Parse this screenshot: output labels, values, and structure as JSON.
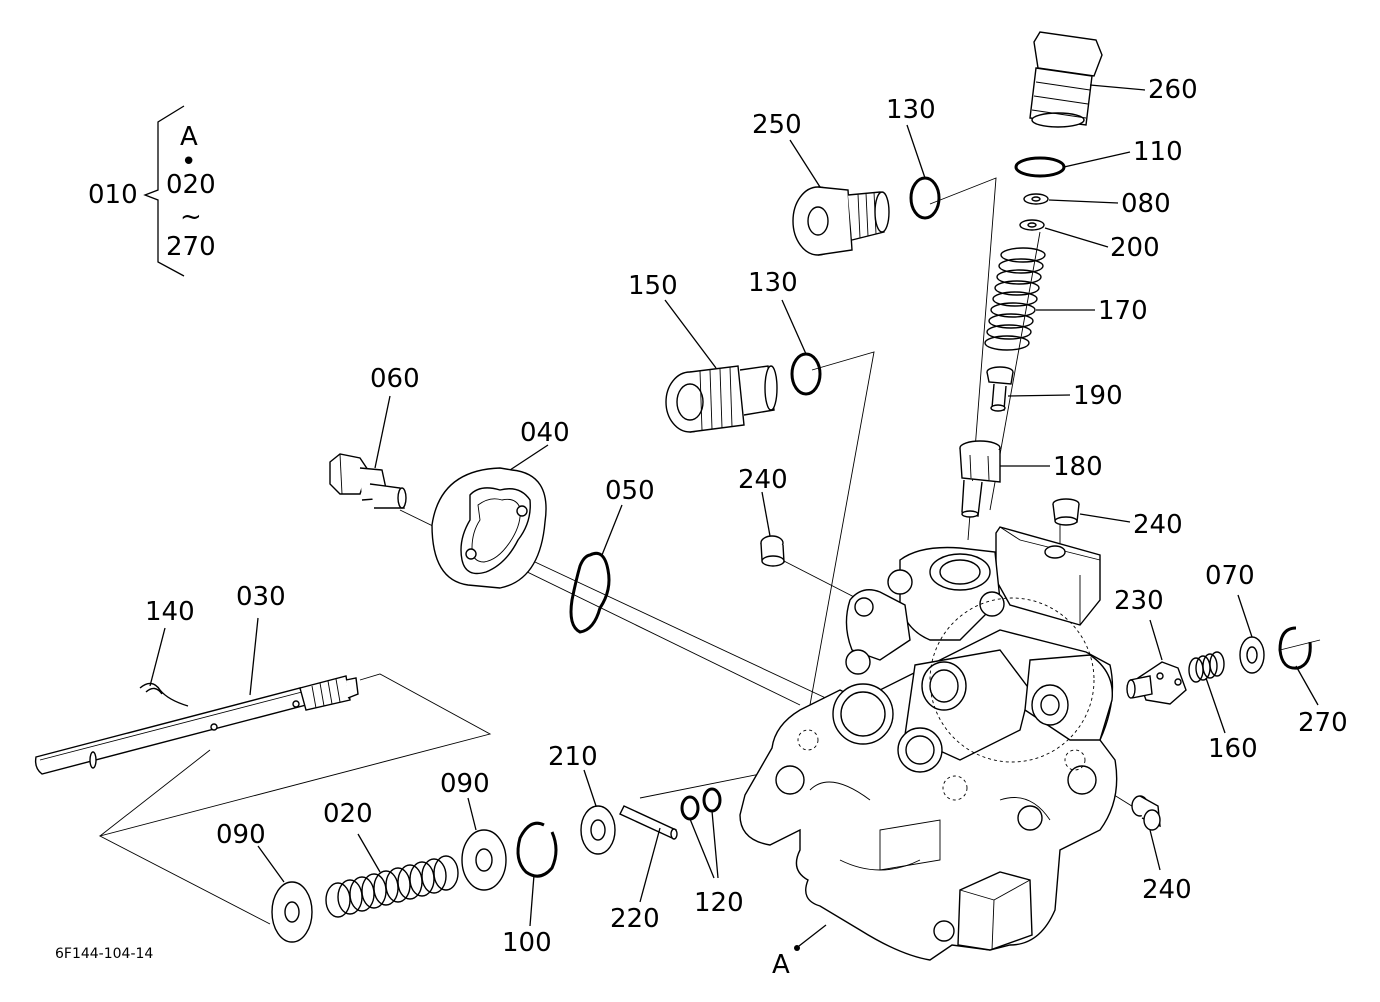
{
  "diagram": {
    "group_bracket": {
      "assembly": "010",
      "top": "A",
      "dot": "•",
      "from": "020",
      "tilde": "~",
      "to": "270"
    },
    "labels": {
      "p260": "260",
      "p130a": "130",
      "p250": "250",
      "p110": "110",
      "p080": "080",
      "p200": "200",
      "p170": "170",
      "p150": "150",
      "p130b": "130",
      "p190": "190",
      "p060": "060",
      "p040": "040",
      "p180": "180",
      "p050": "050",
      "p240a": "240",
      "p240b": "240",
      "p230": "230",
      "p070": "070",
      "p140": "140",
      "p030": "030",
      "p270": "270",
      "p160": "160",
      "p210": "210",
      "p090a": "090",
      "p020": "020",
      "p090b": "090",
      "p240c": "240",
      "p220": "220",
      "p120": "120",
      "p100": "100",
      "pA": "A"
    },
    "drawing_id": "6F144-104-14"
  }
}
